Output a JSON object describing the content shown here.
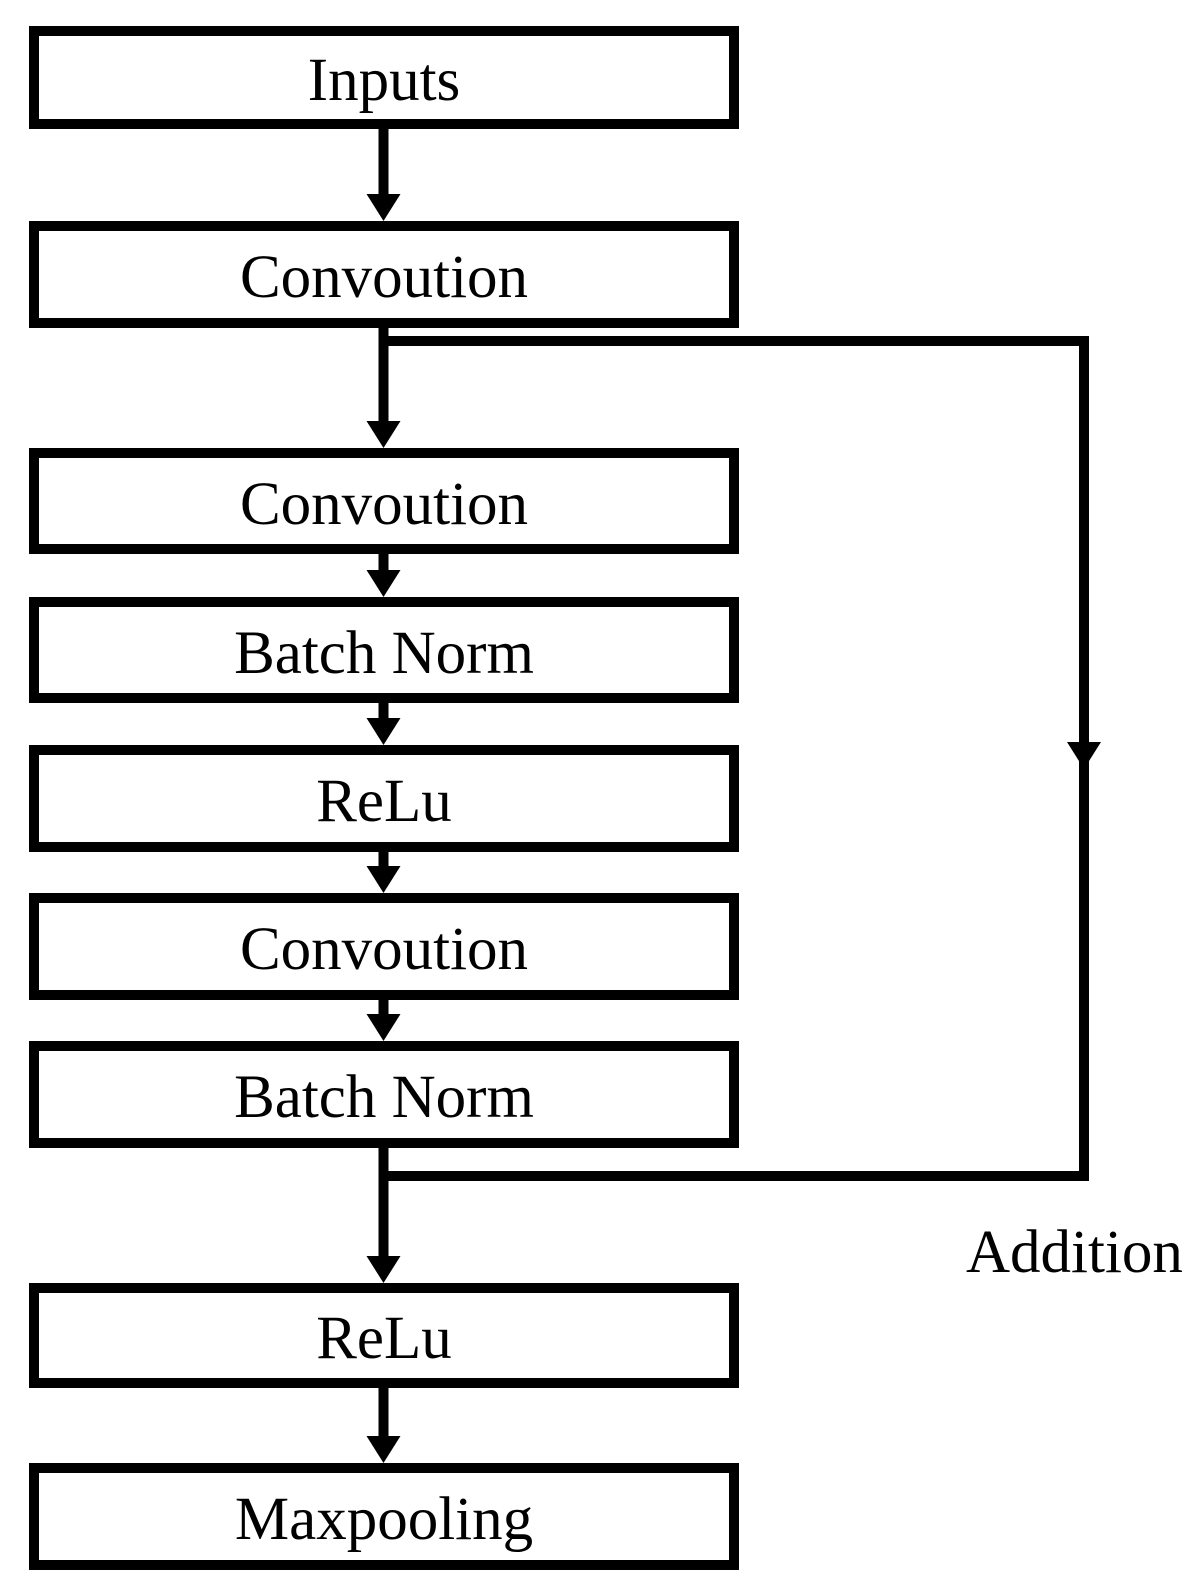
{
  "diagram": {
    "type": "flowchart",
    "background_color": "#ffffff",
    "stroke_color": "#000000",
    "text_color": "#000000",
    "nodes": [
      {
        "label": "Inputs"
      },
      {
        "label": "Convoution"
      },
      {
        "label": "Convoution"
      },
      {
        "label": "Batch Norm"
      },
      {
        "label": "ReLu"
      },
      {
        "label": "Convoution"
      },
      {
        "label": "Batch Norm"
      },
      {
        "label": "ReLu"
      },
      {
        "label": "Maxpooling"
      }
    ],
    "edges": [
      {
        "from": 0,
        "to": 1,
        "type": "arrow"
      },
      {
        "from": 1,
        "to": 2,
        "type": "arrow"
      },
      {
        "from": 2,
        "to": 3,
        "type": "arrow"
      },
      {
        "from": 3,
        "to": 4,
        "type": "arrow"
      },
      {
        "from": 4,
        "to": 5,
        "type": "arrow"
      },
      {
        "from": 5,
        "to": 6,
        "type": "arrow"
      },
      {
        "from": 6,
        "to": 7,
        "type": "arrow"
      },
      {
        "from": 7,
        "to": 8,
        "type": "arrow"
      },
      {
        "from": 1,
        "to": 7,
        "type": "skip-connection",
        "label": "Addition"
      }
    ],
    "skip_connection": {
      "label": "Addition"
    }
  }
}
